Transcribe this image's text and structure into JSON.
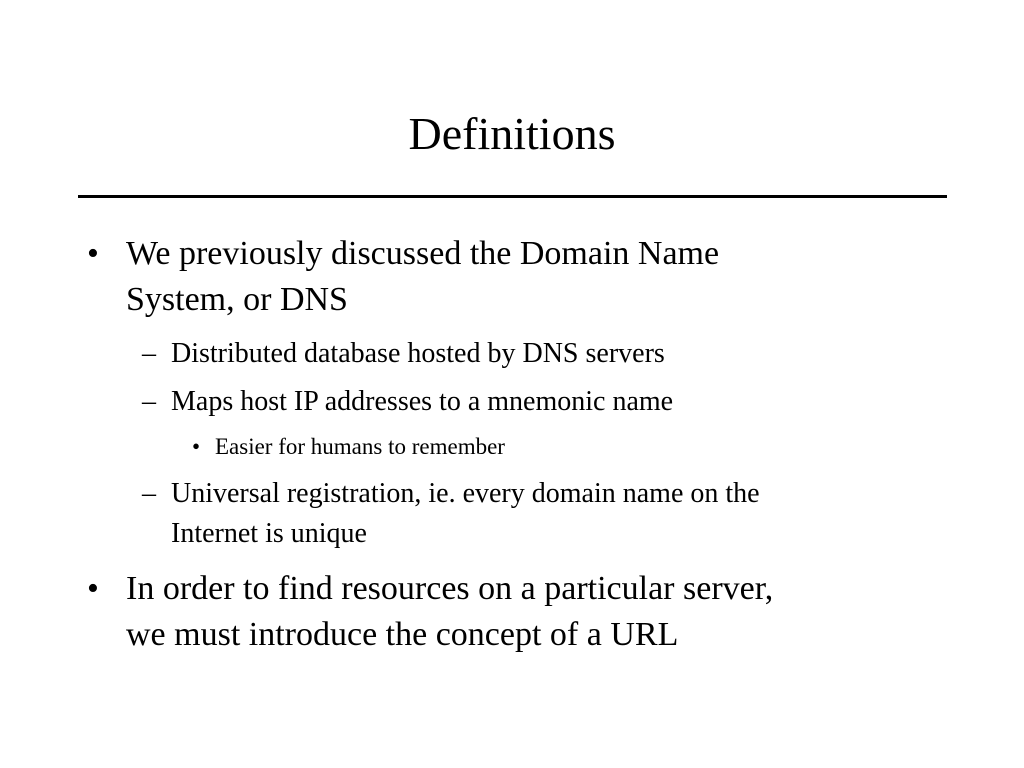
{
  "slide": {
    "title": "Definitions",
    "bullets": [
      {
        "marker": "•",
        "lines": [
          "We previously discussed the Domain Name",
          "System, or DNS"
        ]
      },
      {
        "marker": "–",
        "lines": [
          "Distributed database hosted by DNS servers"
        ]
      },
      {
        "marker": "–",
        "lines": [
          "Maps host IP addresses to a mnemonic name"
        ]
      },
      {
        "marker": "•",
        "lines": [
          "Easier for humans to remember"
        ]
      },
      {
        "marker": "–",
        "lines": [
          "Universal registration, ie. every domain name on the",
          "Internet is unique"
        ]
      },
      {
        "marker": "•",
        "lines": [
          "In order to find resources on a particular server,",
          "we must introduce the concept of a URL"
        ]
      }
    ]
  }
}
